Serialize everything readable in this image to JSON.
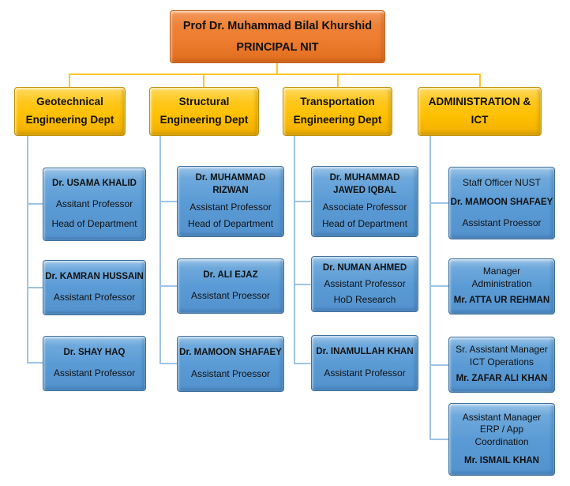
{
  "principal": {
    "name": "Prof Dr. Muhammad Bilal Khurshid",
    "title": "PRINCIPAL NIT"
  },
  "departments": [
    {
      "name": "Geotechnical Engineering Dept",
      "members": [
        {
          "name": "Dr. USAMA KHALID",
          "bottom_lines": [
            "Assitant Professor",
            "Head of Department"
          ]
        },
        {
          "name": "Dr. KAMRAN HUSSAIN",
          "bottom_lines": [
            "Assistant Professor"
          ]
        },
        {
          "name": "Dr. SHAY HAQ",
          "bottom_lines": [
            "Assistant Professor"
          ]
        }
      ]
    },
    {
      "name": "Structural Engineering Dept",
      "members": [
        {
          "name": "Dr. MUHAMMAD RIZWAN",
          "bottom_lines": [
            "Assistant Professor",
            "Head of Department"
          ]
        },
        {
          "name": "Dr. ALI EJAZ",
          "bottom_lines": [
            "Assistant Proessor"
          ]
        },
        {
          "name": "Dr. MAMOON SHAFAEY",
          "bottom_lines": [
            "Assistant Proessor"
          ]
        }
      ]
    },
    {
      "name": "Transportation Engineering Dept",
      "members": [
        {
          "name": "Dr. MUHAMMAD JAWED IQBAL",
          "bottom_lines": [
            "Associate Professor",
            "Head of Department"
          ]
        },
        {
          "name": "Dr. NUMAN AHMED",
          "bottom_lines": [
            "Assistant Professor",
            "HoD Research"
          ]
        },
        {
          "name": "Dr. INAMULLAH KHAN",
          "bottom_lines": [
            "Assistant Professor"
          ]
        }
      ]
    },
    {
      "name": "ADMINISTRATION & ICT",
      "members": [
        {
          "top_lines": [
            "Staff Officer NUST"
          ],
          "name": "Dr. MAMOON SHAFAEY",
          "bottom_lines": [
            "Assistant Proessor"
          ]
        },
        {
          "top_lines": [
            "Manager",
            "Administration"
          ],
          "name": "Mr. ATTA UR REHMAN",
          "bottom_lines": []
        },
        {
          "top_lines": [
            "Sr. Assistant Manager",
            "ICT Operations"
          ],
          "name": "Mr. ZAFAR ALI KHAN",
          "bottom_lines": []
        },
        {
          "top_lines": [
            "Assistant Manager",
            "ERP / App",
            "Coordination"
          ],
          "name": "Mr. ISMAIL KHAN",
          "bottom_lines": []
        }
      ]
    }
  ],
  "colors": {
    "principal_fill": "#ED7D31",
    "department_fill": "#FFC000",
    "member_fill": "#5B9BD5",
    "department_connector": "#FDC428",
    "member_connector": "#9DC3E6"
  }
}
